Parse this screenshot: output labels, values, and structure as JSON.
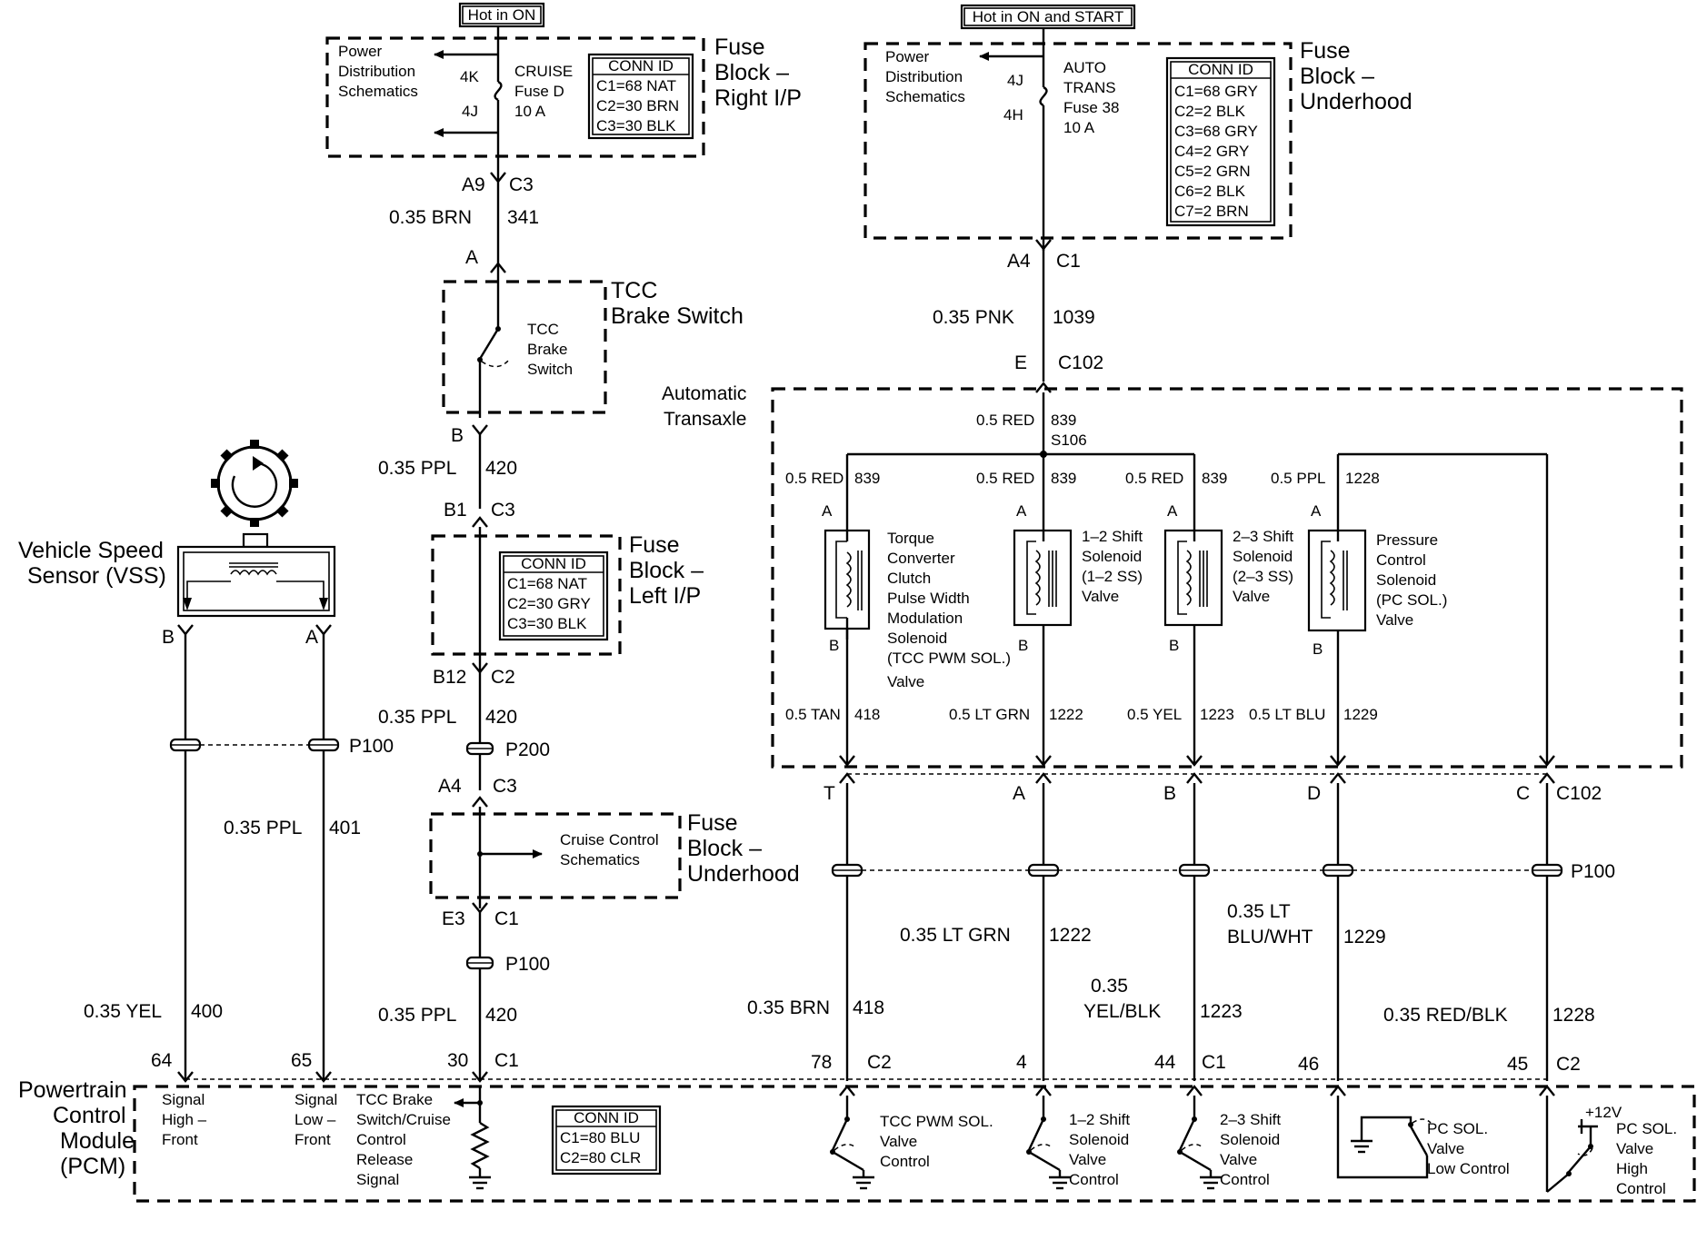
{
  "headers": {
    "hot_on": "Hot in ON",
    "hot_on_start": "Hot in ON and START"
  },
  "fuse_block_right_ip": {
    "title": [
      "Fuse",
      "Block –",
      "Right I/P"
    ],
    "power_dist": [
      "Power",
      "Distribution",
      "Schematics"
    ],
    "pin_top": "4K",
    "pin_bottom": "4J",
    "fuse": [
      "CRUISE",
      "Fuse D",
      "10 A"
    ],
    "conn_title": "CONN ID",
    "conn": [
      "C1=68 NAT",
      "C2=30 BRN",
      "C3=30 BLK"
    ]
  },
  "fuse_block_underhood_top": {
    "title": [
      "Fuse",
      "Block –",
      "Underhood"
    ],
    "power_dist": [
      "Power",
      "Distribution",
      "Schematics"
    ],
    "pin_top": "4J",
    "pin_bottom": "4H",
    "fuse": [
      "AUTO",
      "TRANS",
      "Fuse 38",
      "10 A"
    ],
    "conn_title": "CONN ID",
    "conn": [
      "C1=68 GRY",
      "C2=2 BLK",
      "C3=68 GRY",
      "C4=2 GRY",
      "C5=2 GRN",
      "C6=2 BLK",
      "C7=2 BRN"
    ]
  },
  "brake_switch": {
    "title": [
      "TCC",
      "Brake Switch"
    ],
    "inner": [
      "TCC",
      "Brake",
      "Switch"
    ]
  },
  "fuse_block_left_ip": {
    "title": [
      "Fuse",
      "Block –",
      "Left I/P"
    ],
    "conn_title": "CONN ID",
    "conn": [
      "C1=68 NAT",
      "C2=30 GRY",
      "C3=30 BLK"
    ]
  },
  "fuse_block_underhood_mid": {
    "title": [
      "Fuse",
      "Block –",
      "Underhood"
    ],
    "cruise": [
      "Cruise Control",
      "Schematics"
    ]
  },
  "vss": {
    "title": [
      "Vehicle Speed",
      "Sensor (VSS)"
    ],
    "pin_b": "B",
    "pin_a": "A"
  },
  "center_wires": {
    "a9": "A9",
    "c3a": "C3",
    "w341_gauge": "0.35 BRN",
    "w341_num": "341",
    "pin_a": "A",
    "pin_b": "B",
    "w420_gauge": "0.35 PPL",
    "w420_num": "420",
    "b1": "B1",
    "c3b": "C3",
    "b12": "B12",
    "c2": "C2",
    "p200": "P200",
    "a4": "A4",
    "c3c": "C3",
    "e3": "E3",
    "c1": "C1",
    "p100": "P100"
  },
  "left_wires": {
    "p100": "P100",
    "w401_gauge": "0.35 PPL",
    "w401_num": "401",
    "w400_gauge": "0.35 YEL",
    "w400_num": "400"
  },
  "pcm_pins": {
    "p64": "64",
    "p65": "65",
    "p30": "30",
    "c1a": "C1",
    "p78": "78",
    "c2a": "C2",
    "p4": "4",
    "p44": "44",
    "c1b": "C1",
    "p46": "46",
    "p45": "45",
    "c2b": "C2"
  },
  "pcm": {
    "title": [
      "Powertrain",
      "Control",
      "Module",
      "(PCM)"
    ],
    "sig_high": [
      "Signal",
      "High –",
      "Front"
    ],
    "sig_low": [
      "Signal",
      "Low –",
      "Front"
    ],
    "tcc_brake": [
      "TCC Brake",
      "Switch/Cruise",
      "Control",
      "Release",
      "Signal"
    ],
    "conn_title": "CONN ID",
    "conn": [
      "C1=80 BLU",
      "C2=80 CLR"
    ],
    "tcc_pwm": [
      "TCC PWM SOL.",
      "Valve",
      "Control"
    ],
    "sol12": [
      "1–2 Shift",
      "Solenoid",
      "Valve",
      "Control"
    ],
    "sol23": [
      "2–3 Shift",
      "Solenoid",
      "Valve",
      "Control"
    ],
    "pc_low": [
      "PC SOL.",
      "Valve",
      "Low Control"
    ],
    "plus12": "+12V",
    "pc_high": [
      "PC SOL.",
      "Valve",
      "High",
      "Control"
    ]
  },
  "trans": {
    "a4": "A4",
    "c1": "C1",
    "w1039_gauge": "0.35 PNK",
    "w1039_num": "1039",
    "e": "E",
    "c102": "C102",
    "title": [
      "Automatic",
      "Transaxle"
    ],
    "red_top": "0.5 RED",
    "n839": "839",
    "s106": "S106",
    "red1": "0.5 RED",
    "red2": "0.5 RED",
    "red3": "0.5 RED",
    "ppl": "0.5 PPL",
    "n1228": "1228",
    "pin_a": "A",
    "pin_b": "B",
    "tcc_sol": [
      "Torque",
      "Converter",
      "Clutch",
      "Pulse Width",
      "Modulation",
      "Solenoid",
      "(TCC PWM SOL.)",
      "Valve"
    ],
    "sol12": [
      "1–2 Shift",
      "Solenoid",
      "(1–2 SS)",
      "Valve"
    ],
    "sol23": [
      "2–3 Shift",
      "Solenoid",
      "(2–3 SS)",
      "Valve"
    ],
    "pc_sol": [
      "Pressure",
      "Control",
      "Solenoid",
      "(PC SOL.)",
      "Valve"
    ],
    "tan": "0.5 TAN",
    "n418": "418",
    "ltgrn": "0.5 LT GRN",
    "n1222": "1222",
    "yel": "0.5 YEL",
    "n1223": "1223",
    "ltblu": "0.5 LT BLU",
    "n1229": "1229"
  },
  "lower_right": {
    "t": "T",
    "a": "A",
    "b": "B",
    "d": "D",
    "c": "C",
    "c102": "C102",
    "p100": "P100",
    "w1222_gauge": "0.35 LT GRN",
    "w1222_num": "1222",
    "w1229_gauge": [
      "0.35 LT",
      "BLU/WHT"
    ],
    "w1229_num": "1229",
    "w418_gauge": "0.35 BRN",
    "w418_num": "418",
    "w1223_gauge": [
      "0.35",
      "YEL/BLK"
    ],
    "w1223_num": "1223",
    "w1228_gauge": "0.35 RED/BLK",
    "w1228_num": "1228"
  }
}
